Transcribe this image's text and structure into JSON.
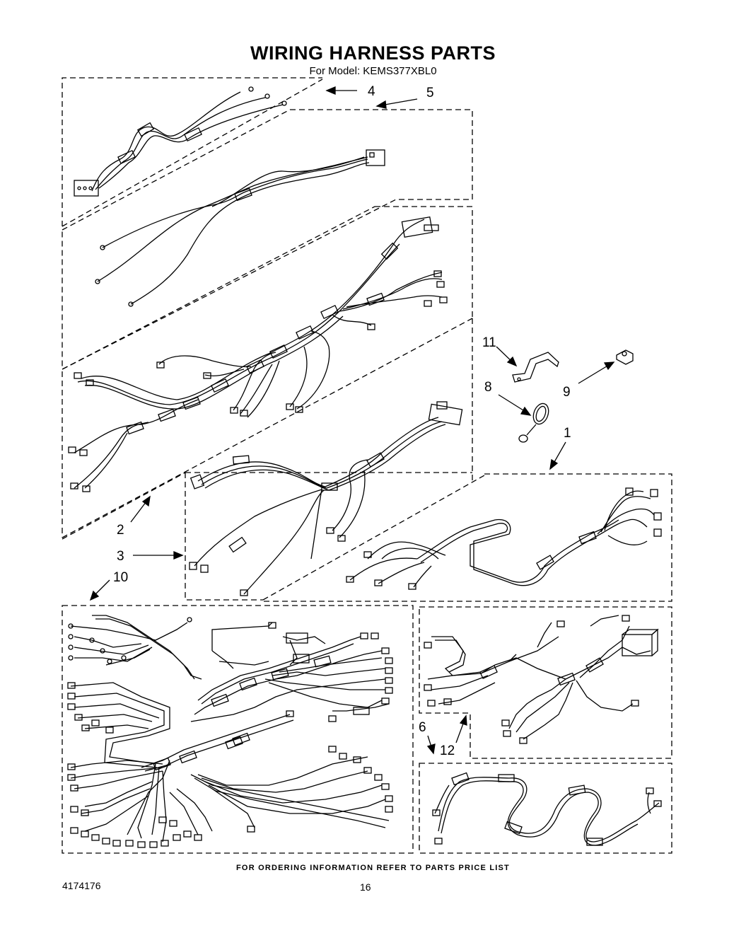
{
  "header": {
    "title": "WIRING HARNESS PARTS",
    "model": "For Model: KEMS377XBL0"
  },
  "callouts": [
    "4",
    "5",
    "11",
    "8",
    "9",
    "1",
    "2",
    "3",
    "10",
    "6",
    "12"
  ],
  "footer": {
    "ordering": "FOR ORDERING INFORMATION REFER TO PARTS PRICE LIST",
    "doc_number": "4174176",
    "page_number": "16"
  }
}
